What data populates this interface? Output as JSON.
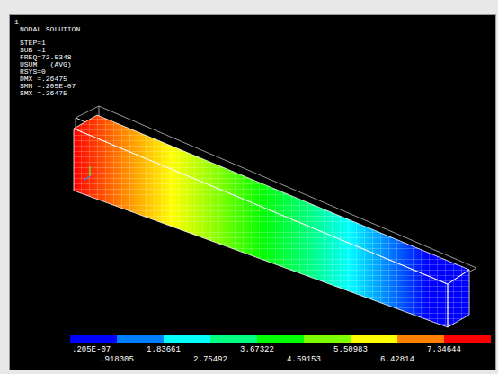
{
  "diagram": {
    "labels": [
      "1",
      "NODAL SOLUTION",
      "STEP=1",
      "SUB =1",
      "FREQ=72.5348",
      "USUM   (AVG)",
      "RSYS=0",
      "DMX =.26475",
      "SMN =.205E-07",
      "SMX =.26475"
    ],
    "legend": [
      {
        "text": ".205E-07",
        "color": "#0000ff"
      },
      {
        "text": ".918305",
        "color": "#0080ff"
      },
      {
        "text": "1.83661",
        "color": "#00ffff"
      },
      {
        "text": "2.75492",
        "color": "#00ff80"
      },
      {
        "text": "3.67322",
        "color": "#00ff00"
      },
      {
        "text": "4.59153",
        "color": "#80ff00"
      },
      {
        "text": "5.50983",
        "color": "#ffff00"
      },
      {
        "text": "6.42814",
        "color": "#ff8000"
      },
      {
        "text": "7.34644",
        "color": "#ff0000"
      }
    ]
  }
}
